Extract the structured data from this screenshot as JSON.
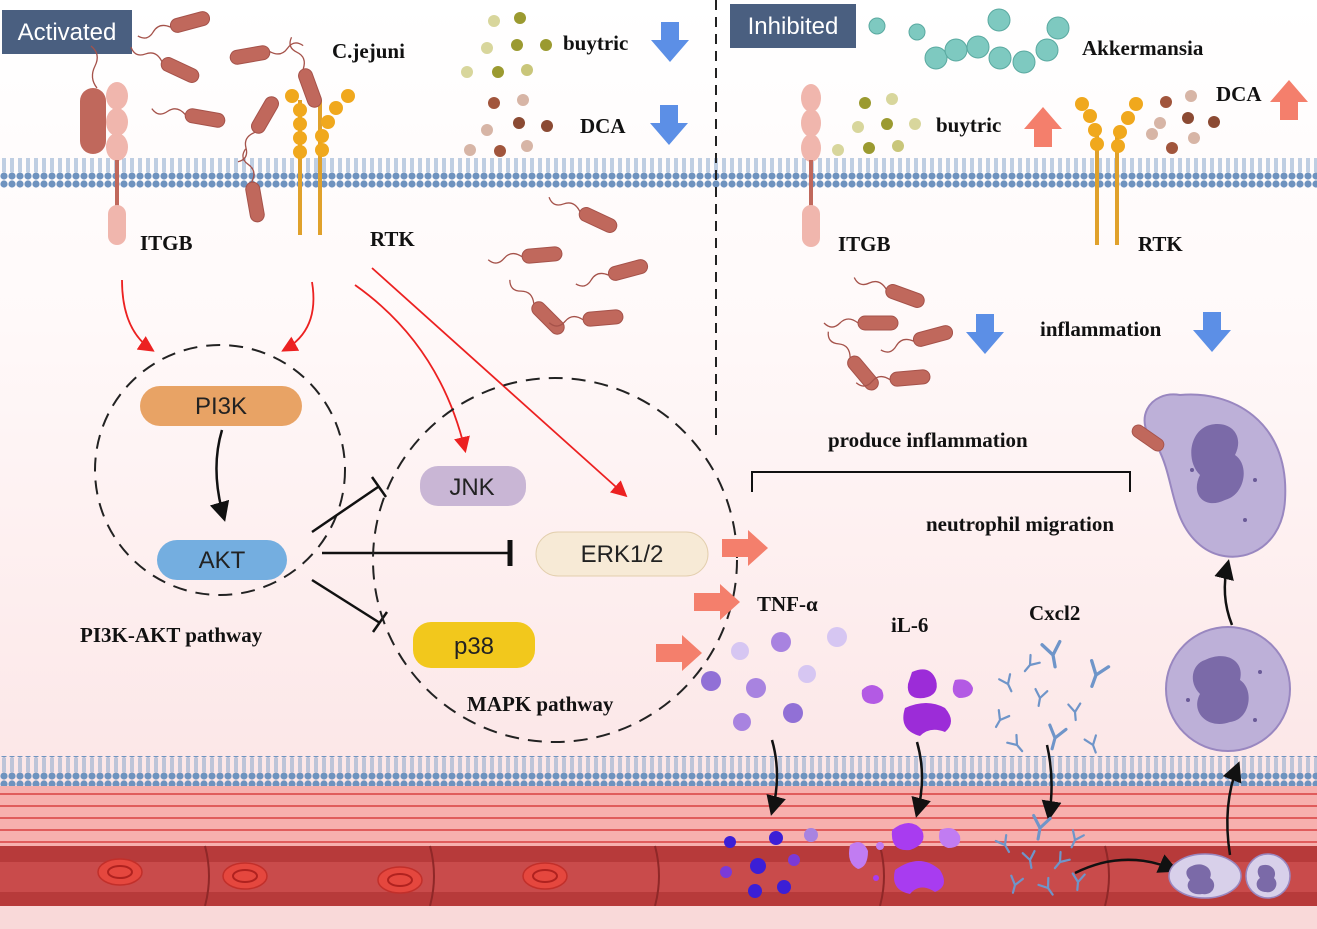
{
  "panels": {
    "activated": "Activated",
    "inhibited": "Inhibited"
  },
  "labels": {
    "cjejuni": "C.jejuni",
    "buytric_left": "buytric",
    "dca_left": "DCA",
    "akkermansia": "Akkermansia",
    "buytric_right": "buytric",
    "dca_right": "DCA",
    "itgb_left": "ITGB",
    "rtk_left": "RTK",
    "itgb_right": "ITGB",
    "rtk_right": "RTK",
    "inflammation": "inflammation",
    "produce_inflammation": "produce inflammation",
    "neutrophil_migration": "neutrophil migration",
    "pi3k_akt_pathway": "PI3K-AKT pathway",
    "mapk_pathway": "MAPK pathway",
    "tnf": "TNF-α",
    "il6": "iL-6",
    "cxcl2": "Cxcl2"
  },
  "nodes": {
    "pi3k": "PI3K",
    "akt": "AKT",
    "jnk": "JNK",
    "erk": "ERK1/2",
    "p38": "p38"
  },
  "colors": {
    "activated_badge": "#4a5f80",
    "pi3k": "#e8a365",
    "akt": "#74aee0",
    "jnk": "#c9b6d5",
    "erk": "#f7ead6",
    "p38": "#f2c81c",
    "bacteria": "#c0685c",
    "akkermansia": "#7ec9c0",
    "arrow_down": "#5c8fe6",
    "arrow_up": "#f47f6c",
    "signal_arrow": "#ec2121",
    "membrane": "#6f93bf",
    "vessel": "#b73a3a",
    "neutrophil": "#bdb0d8"
  },
  "icons": {
    "bacterium": "rod-bacterium-icon",
    "down": "down-arrow-icon",
    "up": "up-arrow-icon",
    "neutrophil": "neutrophil-cell-icon",
    "rbc": "red-blood-cell-icon",
    "antibody": "antibody-y-icon"
  }
}
